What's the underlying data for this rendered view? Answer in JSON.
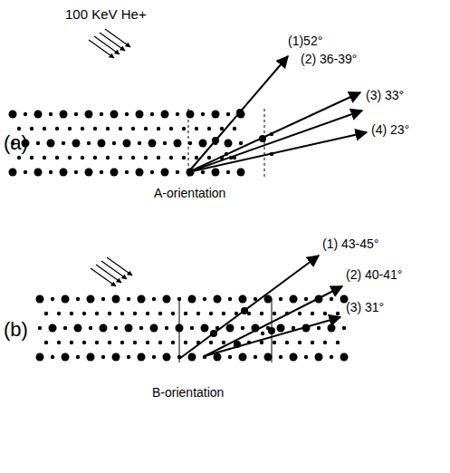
{
  "diagram": {
    "labels": [
      "100 KeV He+",
      "(1)52°",
      "(2) 36-39°",
      "(3) 33°",
      "(4) 23°",
      "(a)",
      "A-orientation",
      "(1) 43-45°",
      "(2) 40-41°",
      "(3) 31°",
      "(b)",
      "B-orientation"
    ]
  }
}
